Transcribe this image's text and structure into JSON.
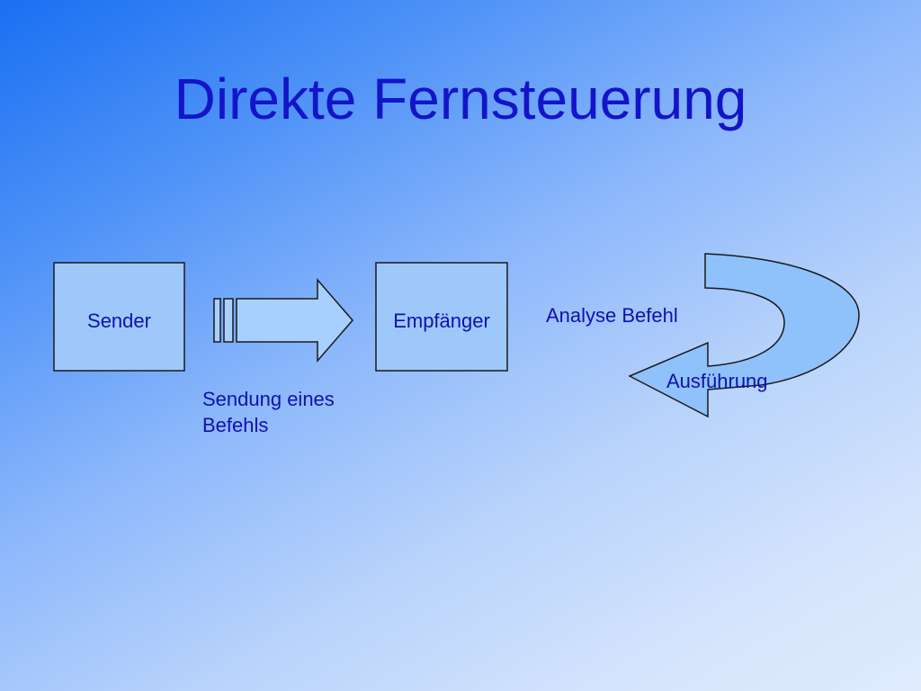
{
  "title": "Direkte Fernsteuerung",
  "diagram": {
    "sender_label": "Sender",
    "receiver_label": "Empfänger",
    "send_caption_line1": "Sendung eines",
    "send_caption_line2": "Befehls",
    "analyse_label": "Analyse Befehl",
    "execution_label": "Ausführung"
  },
  "colors": {
    "title": "#1414c8",
    "text": "#1010b0",
    "box_fill": "#9ec8fa",
    "shape_fill": "#a8d0ff",
    "loop_arrow_fill": "#8fc2fb",
    "outline": "#1a1a1a"
  }
}
